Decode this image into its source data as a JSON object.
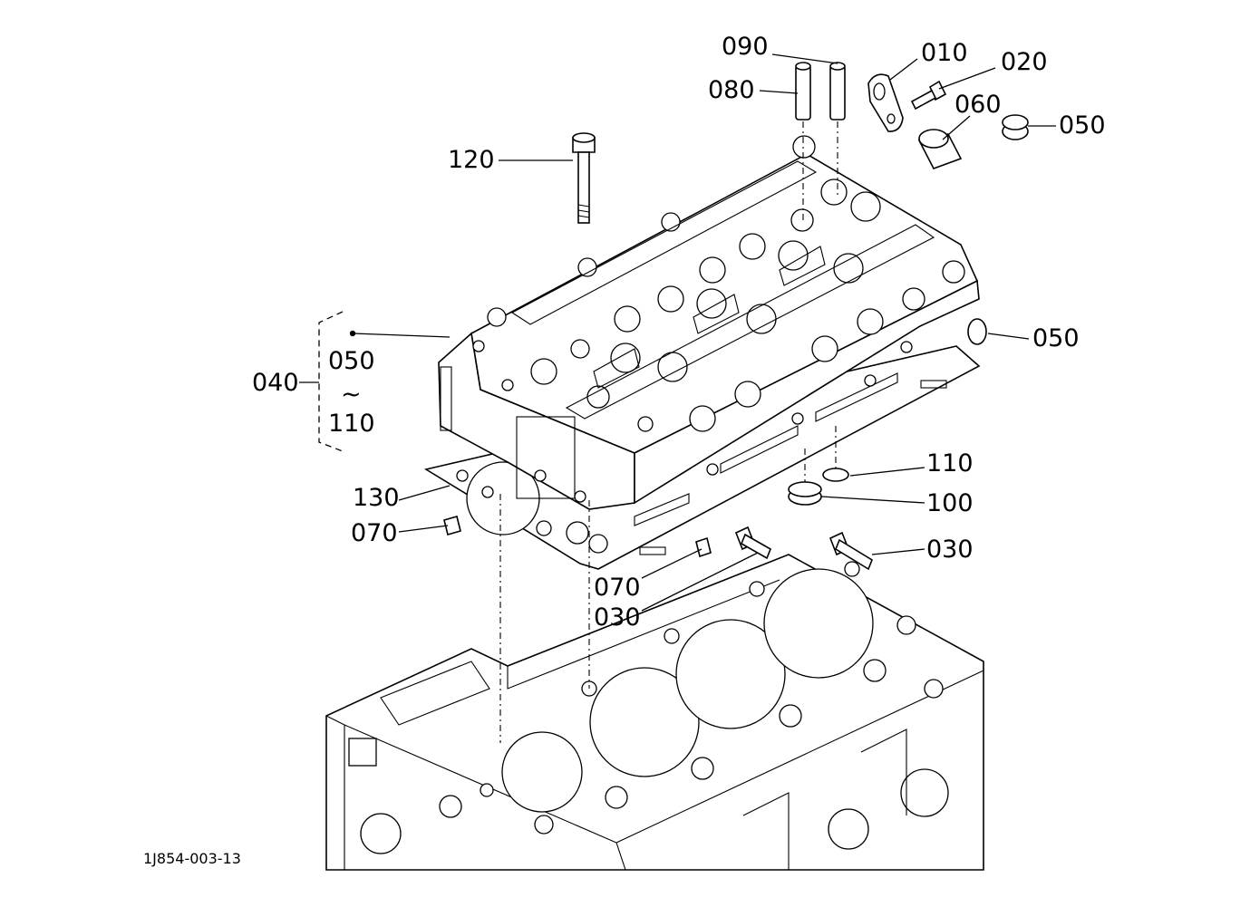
{
  "callouts": {
    "c010": "010",
    "c020": "020",
    "c030a": "030",
    "c030b": "030",
    "c040": "040",
    "c040_from": "050",
    "c040_tilde": "~",
    "c040_to": "110",
    "c050a": "050",
    "c050b": "050",
    "c060": "060",
    "c070a": "070",
    "c070b": "070",
    "c080": "080",
    "c090": "090",
    "c100": "100",
    "c110": "110",
    "c120": "120",
    "c130": "130"
  },
  "doc_id": "1J854-003-13"
}
